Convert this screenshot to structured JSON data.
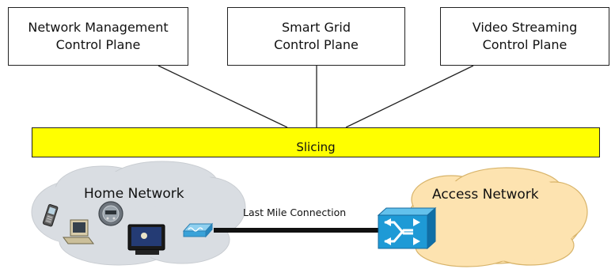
{
  "control_planes": [
    {
      "line1": "Network Management",
      "line2": "Control Plane"
    },
    {
      "line1": "Smart Grid",
      "line2": "Control Plane"
    },
    {
      "line1": "Video Streaming",
      "line2": "Control Plane"
    }
  ],
  "slicing": {
    "label": "Slicing"
  },
  "home_network": {
    "label": "Home Network"
  },
  "access_network": {
    "label": "Access Network"
  },
  "link": {
    "label": "Last Mile Connection"
  },
  "colors": {
    "slicing_bar": "#ffff00",
    "home_cloud": "#d9dde2",
    "access_cloud": "#fde3b0",
    "switch": "#1e9ad6",
    "link": "#111111"
  },
  "icons": [
    "cellphone-icon",
    "computer-icon",
    "smart-meter-icon",
    "television-icon",
    "home-router-icon",
    "network-switch-icon"
  ]
}
